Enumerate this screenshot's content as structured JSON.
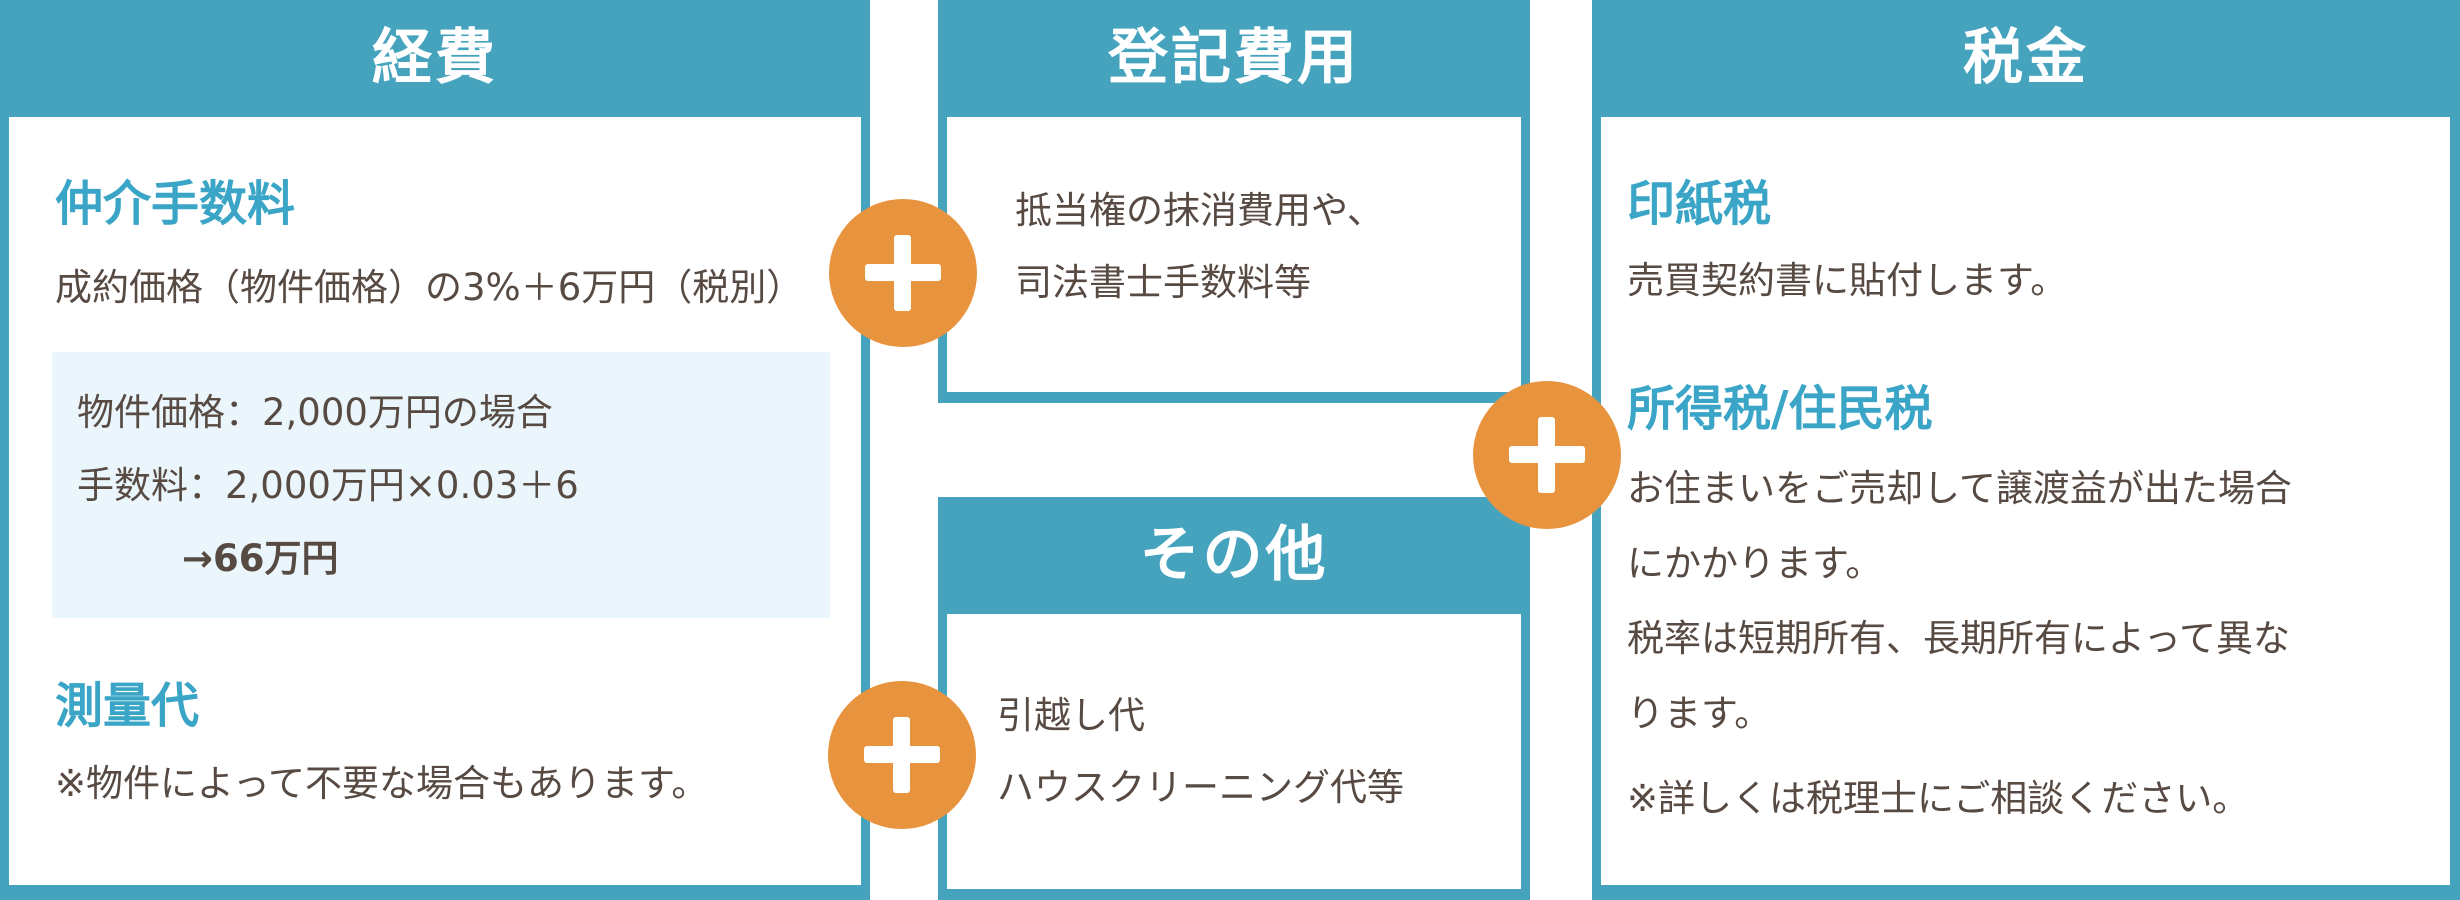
{
  "diagram": {
    "colors": {
      "teal": "#46A3BE",
      "orange": "#E8933E",
      "heading_teal": "#3AA5C6",
      "body_text": "#574A42",
      "example_box_bg": "#EAF6FC",
      "card_bg": "#FFFFFF",
      "title_text": "#FFFFFF"
    },
    "icons": {
      "plus": "＋"
    },
    "cards": {
      "expenses": {
        "title": "経費",
        "brokerage": {
          "heading": "仲介手数料",
          "formula": "成約価格（物件価格）の3%＋6万円（税別）",
          "example": {
            "price_line": "物件価格：2,000万円の場合",
            "fee_line": "手数料：2,000万円×0.03＋6",
            "result_line": "→66万円"
          }
        },
        "survey": {
          "heading": "測量代",
          "note": "※物件によって不要な場合もあります。"
        }
      },
      "registration": {
        "title": "登記費用",
        "body": "抵当権の抹消費用や、\n司法書士手数料等"
      },
      "others": {
        "title": "その他",
        "body": "引越し代\nハウスクリーニング代等"
      },
      "taxes": {
        "title": "税金",
        "stamp": {
          "heading": "印紙税",
          "body": "売買契約書に貼付します。"
        },
        "income": {
          "heading": "所得税/住民税",
          "body": "お住まいをご売却して譲渡益が出た場合\nにかかります。\n税率は短期所有、長期所有によって異な\nります。"
        },
        "note": "※詳しくは税理士にご相談ください。"
      }
    }
  }
}
